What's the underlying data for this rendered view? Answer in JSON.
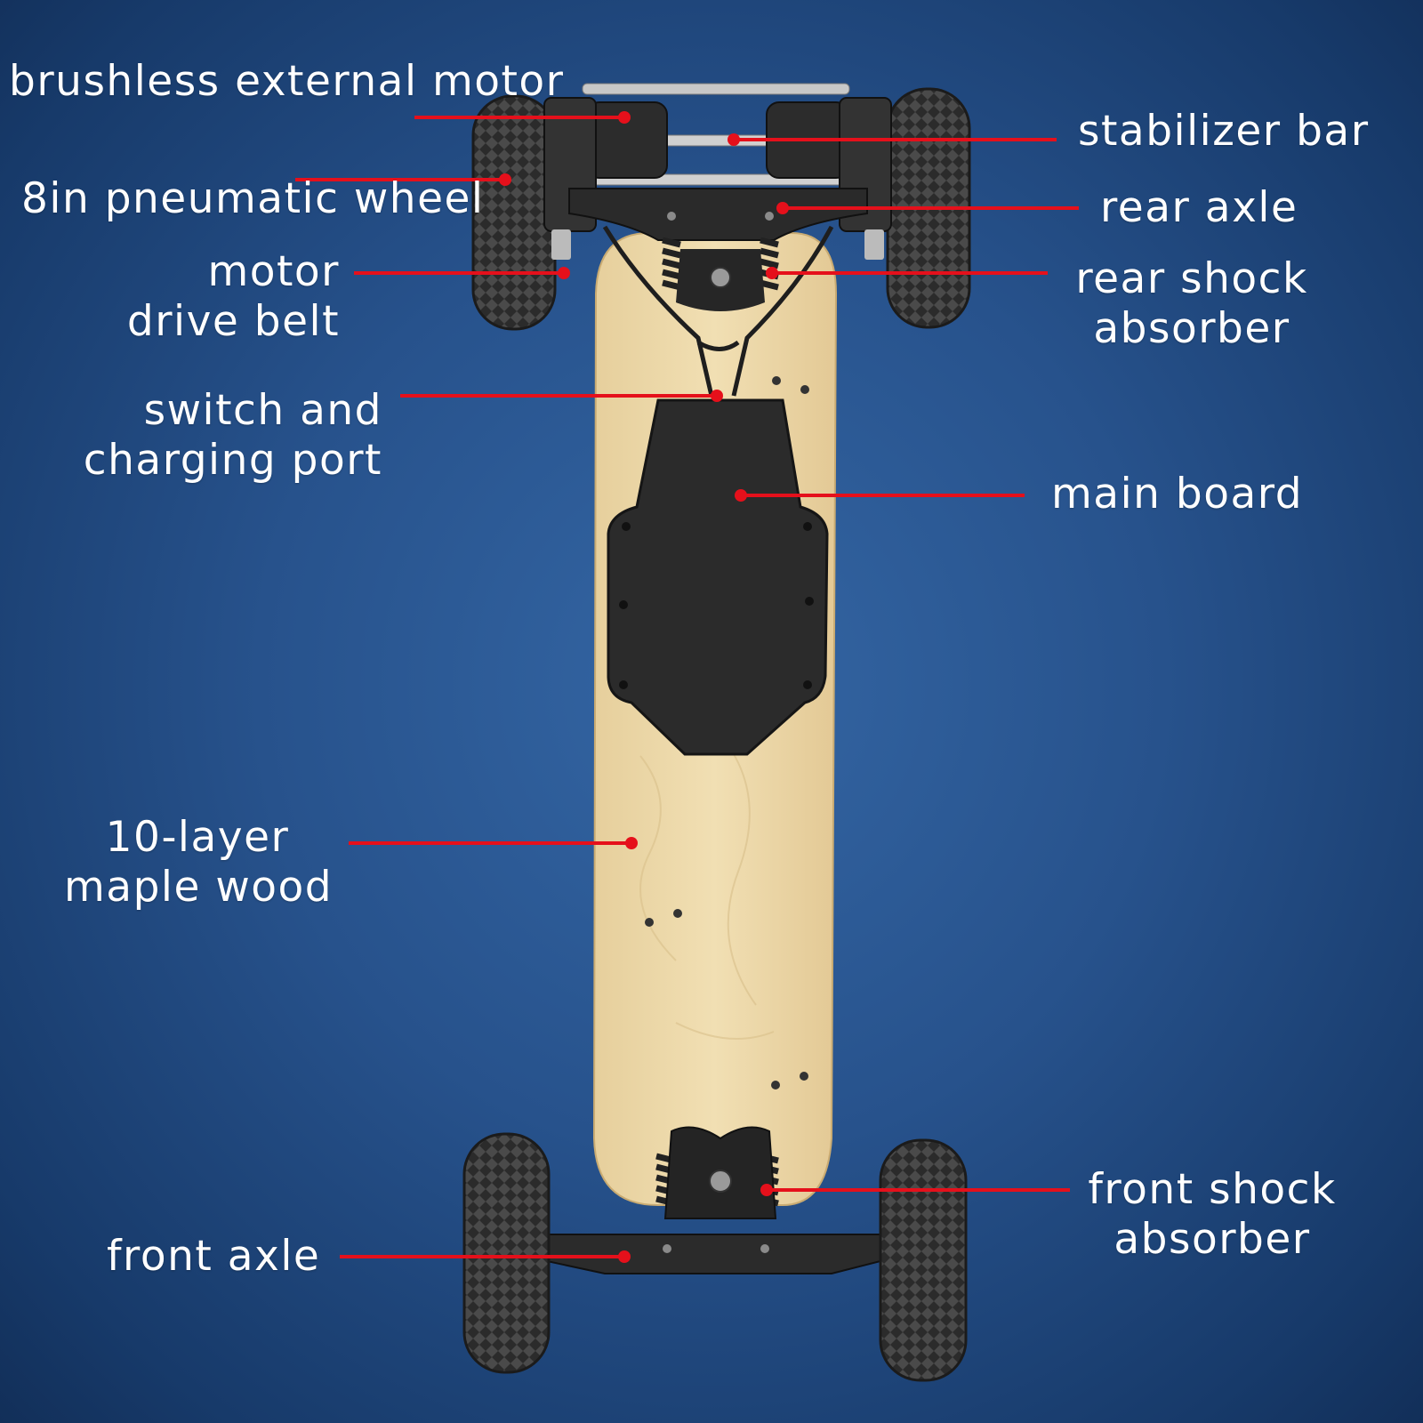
{
  "colors": {
    "callout": "#e5101b",
    "background_center": "#3466a4",
    "background_edge": "#122f59",
    "deck": "#ecd7a8",
    "hardware": "#2a2a2a"
  },
  "labels": {
    "brushless_motor": "brushless external motor",
    "pneumatic_wheel": "8in pneumatic wheel",
    "drive_belt": [
      "motor",
      "drive belt"
    ],
    "switch_port": [
      "switch and",
      "charging port"
    ],
    "maple_wood": [
      "10-layer",
      "maple wood"
    ],
    "front_axle": "front axle",
    "stabilizer_bar": "stabilizer bar",
    "rear_axle": "rear axle",
    "rear_shock": [
      "rear shock",
      "absorber"
    ],
    "main_board": "main board",
    "front_shock": [
      "front shock",
      "absorber"
    ]
  }
}
